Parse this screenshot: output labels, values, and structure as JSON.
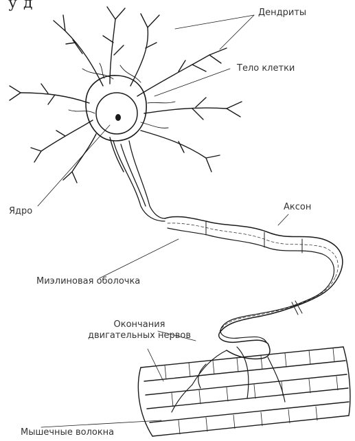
{
  "diagram": {
    "cut_off_top_text": "у д",
    "labels": {
      "dendrites": "Дендриты",
      "cell_body": "Тело клетки",
      "nucleus": "Ядро",
      "axon": "Аксон",
      "myelin_sheath": "Миэлиновая оболочка",
      "motor_endings_line1": "Окончания",
      "motor_endings_line2": "двигательных нервов",
      "muscle_fibers": "Мышечные волокна"
    }
  },
  "colors": {
    "ink": "#1a1a1a",
    "label": "#333333",
    "background": "#ffffff"
  }
}
